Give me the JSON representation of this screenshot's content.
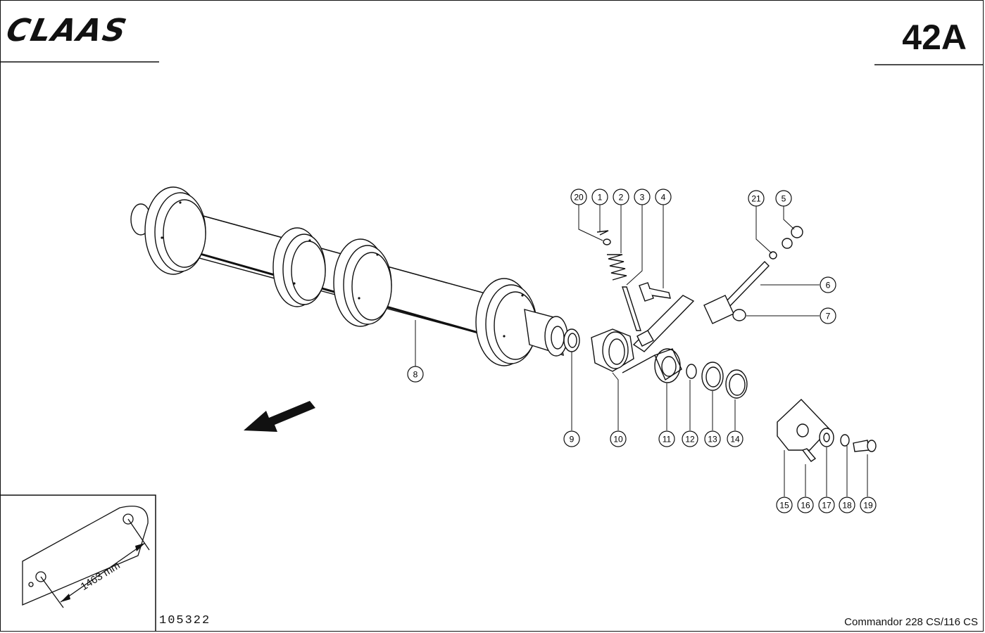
{
  "header": {
    "brand": "CLAAS",
    "page_number": "42A"
  },
  "footer": {
    "drawing_number": "105322",
    "model": "Commandor 228 CS/116 CS"
  },
  "inset": {
    "dimension": "1463 mm"
  },
  "callouts": [
    {
      "label": "1"
    },
    {
      "label": "2"
    },
    {
      "label": "3"
    },
    {
      "label": "4"
    },
    {
      "label": "5"
    },
    {
      "label": "6"
    },
    {
      "label": "7"
    },
    {
      "label": "8"
    },
    {
      "label": "9"
    },
    {
      "label": "10"
    },
    {
      "label": "11"
    },
    {
      "label": "12"
    },
    {
      "label": "13"
    },
    {
      "label": "14"
    },
    {
      "label": "15"
    },
    {
      "label": "16"
    },
    {
      "label": "17"
    },
    {
      "label": "18"
    },
    {
      "label": "19"
    },
    {
      "label": "20"
    },
    {
      "label": "21"
    }
  ]
}
